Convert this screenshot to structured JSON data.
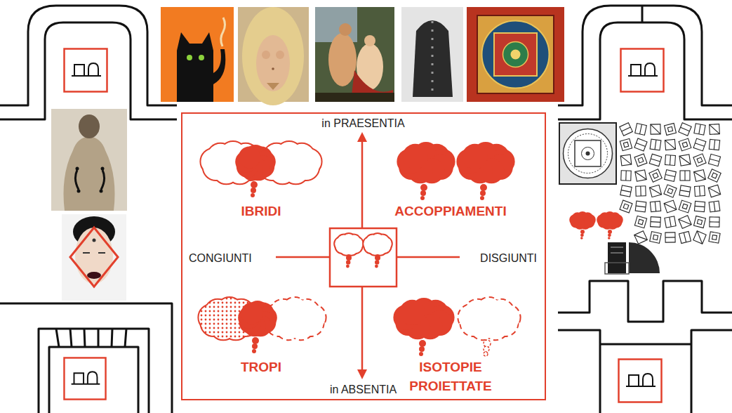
{
  "diagram": {
    "nodes": [
      {
        "text": [
          "in PRAESENTIA",
          "CONGIUNTI",
          "DISGIUNTI",
          "in ABSENTIA"
        ]
      },
      {
        "text": [
          "IBRIDI"
        ],
        "in": 0
      },
      {
        "text": [
          "ACCOPPIAMENTI"
        ],
        "in": 0
      },
      {
        "text": [
          "TROPI"
        ],
        "in": 0
      },
      {
        "text": [
          "ISOTOPIE PROIETTATE"
        ],
        "in": 0
      }
    ]
  }
}
